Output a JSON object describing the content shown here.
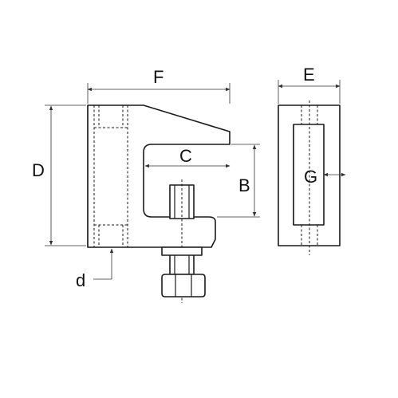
{
  "labels": {
    "F": "F",
    "E": "E",
    "C": "C",
    "B": "B",
    "G": "G",
    "D": "D",
    "d": "d"
  },
  "colors": {
    "line": "#1a1a1a",
    "background": "#ffffff"
  }
}
